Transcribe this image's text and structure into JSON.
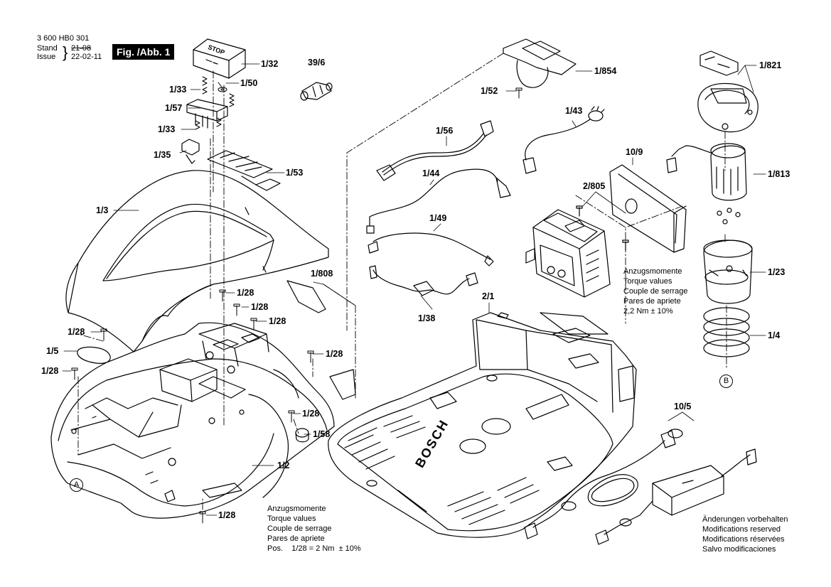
{
  "header": {
    "part_number": "3 600 HB0 301",
    "stand_label": "Stand",
    "issue_label": "Issue",
    "stand_value": "21-08",
    "issue_value": "22-02-11",
    "figure_label": "Fig. /Abb. 1"
  },
  "callouts": {
    "p1_32": "1/32",
    "p39_6": "39/6",
    "p1_33a": "1/33",
    "p1_50": "1/50",
    "p1_57": "1/57",
    "p1_33b": "1/33",
    "p1_35": "1/35",
    "p1_53": "1/53",
    "p1_3": "1/3",
    "p1_808": "1/808",
    "p1_28a": "1/28",
    "p1_28b": "1/28",
    "p1_28c": "1/28",
    "p1_28d": "1/28",
    "p1_28e": "1/28",
    "p1_28f": "1/28",
    "p1_28g": "1/28",
    "p1_28h": "1/28",
    "p1_5": "1/5",
    "p1_58": "1/58",
    "p1_2": "1/2",
    "p1_854": "1/854",
    "p1_52": "1/52",
    "p1_56": "1/56",
    "p1_44": "1/44",
    "p1_49": "1/49",
    "p1_38": "1/38",
    "p1_43": "1/43",
    "p10_9": "10/9",
    "p2_805": "2/805",
    "p2_1": "2/1",
    "p1_821": "1/821",
    "p1_813": "1/813",
    "p1_23": "1/23",
    "p1_4": "1/4",
    "p10_5": "10/5"
  },
  "markers": {
    "a": "A",
    "b": "B"
  },
  "torque_note_right": {
    "line1": "Anzugsmomente",
    "line2": "Torque values",
    "line3": "Couple de serrage",
    "line4": "Pares de apriete",
    "line5": "2,2 Nm  ± 10%"
  },
  "torque_note_bottom": {
    "line1": "Anzugsmomente",
    "line2": "Torque values",
    "line3": "Couple de serrage",
    "line4": "Pares de apriete",
    "line5": "Pos.    1/28 = 2 Nm  ± 10%"
  },
  "changes_note": {
    "line1": "Änderungen vorbehalten",
    "line2": "Modifications reserved",
    "line3": "Modifications réservées",
    "line4": "Salvo modificaciones"
  },
  "base_logo_text": "BOSCH",
  "top_part_text": "STOP"
}
